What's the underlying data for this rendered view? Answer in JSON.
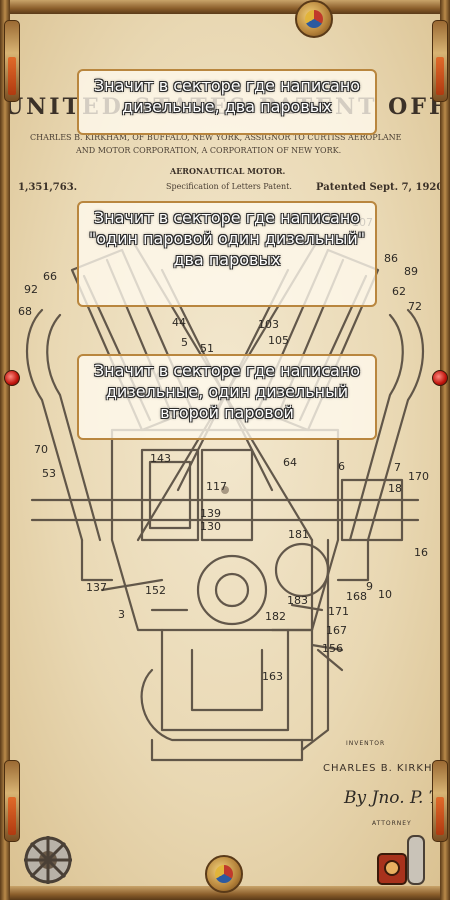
{
  "patent": {
    "heading": "UNITED STATES PATENT OFFICE",
    "assignor_line": "CHARLES B. KIRKHAM, OF BUFFALO, NEW YORK, ASSIGNOR TO CURTISS AEROPLANE",
    "corporation_line": "AND MOTOR CORPORATION, A CORPORATION OF NEW YORK.",
    "title": "AERONAUTICAL MOTOR.",
    "spec": "Specification of Letters Patent.",
    "number": "1,351,763.",
    "date": "Patented Sept. 7, 1920."
  },
  "drawing_labels": {
    "l66": "66",
    "l92": "92",
    "l68": "68",
    "l44": "44",
    "l5": "5",
    "l51": "51",
    "l103": "103",
    "l105": "105",
    "l86": "86",
    "l89": "89",
    "l62": "62",
    "l72": "72",
    "l70": "70",
    "l53": "53",
    "l143": "143",
    "l64": "64",
    "l6": "6",
    "l7": "7",
    "l170": "170",
    "l18": "18",
    "l117": "117",
    "l139": "139",
    "l130": "130",
    "l181": "181",
    "l16": "16",
    "l137": "137",
    "l152": "152",
    "l3": "3",
    "l183": "183",
    "l182": "182",
    "l168": "168",
    "l10": "10",
    "l171": "171",
    "l167": "167",
    "l156": "156",
    "l163": "163",
    "l107": "107",
    "l9": "9"
  },
  "hints": [
    "Значит в секторе где написано дизельные, два паровых",
    "Значит в секторе где написано \"один паровой один дизельный\" два паровых",
    "Значит в секторе где написано дизельные, один дизельный второй паровой"
  ],
  "inventor": {
    "label": "INVENTOR",
    "name": "CHARLES B. KIRKHAM",
    "signature": "By Jno. P. Tarbox",
    "attorney_label": "ATTORNEY"
  },
  "colors": {
    "paper": "#efe2c4",
    "ink": "#3b3128",
    "brass": "#b9863e",
    "hint_text": "#ffffff"
  },
  "icons": [
    "top-medallion-icon",
    "bottom-medallion-icon",
    "gauge-icon",
    "engine-gear-icon",
    "valve-lamp-icon"
  ]
}
